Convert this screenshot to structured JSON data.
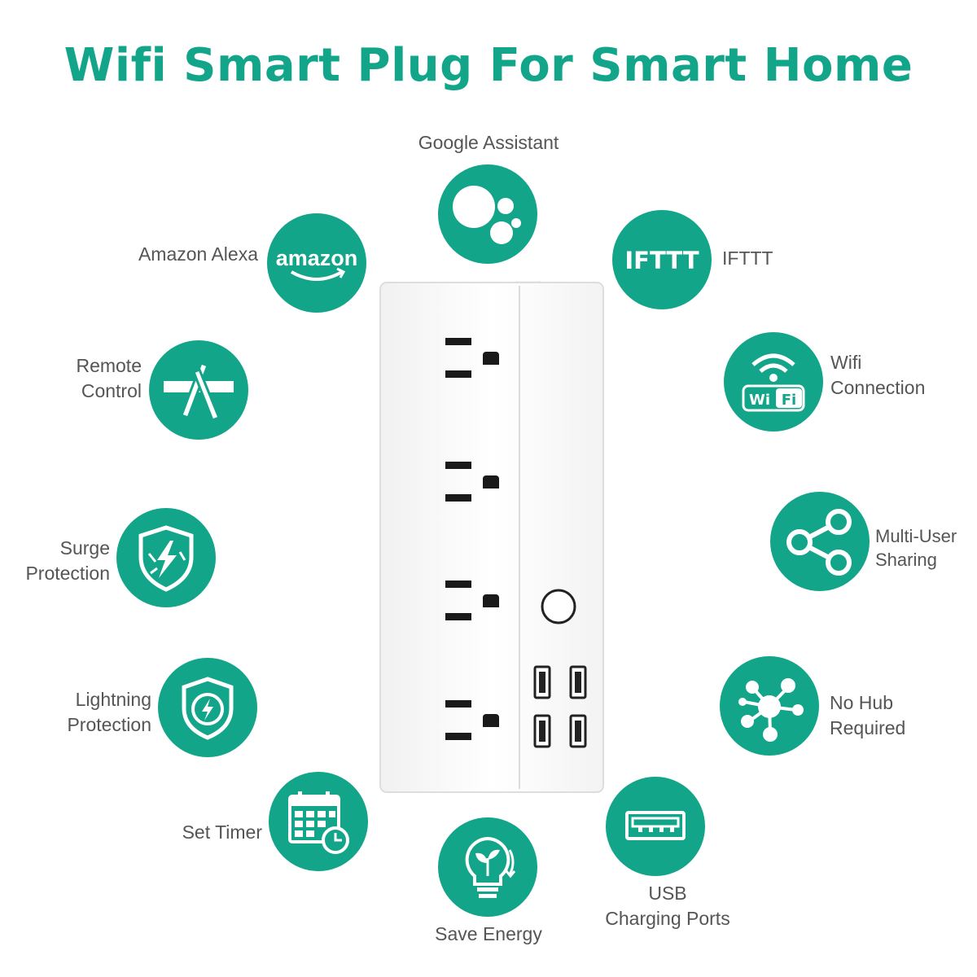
{
  "title": "Wifi Smart Plug For Smart Home",
  "colors": {
    "accent": "#12a58a",
    "label": "#555555",
    "background": "#ffffff"
  },
  "features": [
    {
      "id": "google",
      "icon": "google-assistant-icon",
      "lines": [
        "Google Assistant"
      ]
    },
    {
      "id": "alexa",
      "icon": "amazon-logo-icon",
      "icon_text": "amazon",
      "lines": [
        "Amazon Alexa"
      ]
    },
    {
      "id": "ifttt",
      "icon": "ifttt-logo-icon",
      "icon_text": "IFTTT",
      "lines": [
        "IFTTT"
      ]
    },
    {
      "id": "remote",
      "icon": "app-store-icon",
      "lines": [
        "Remote",
        "Control"
      ]
    },
    {
      "id": "wifi",
      "icon": "wifi-icon",
      "icon_text": "WiFi",
      "lines": [
        "Wifi",
        "Connection"
      ]
    },
    {
      "id": "surge",
      "icon": "shield-lightning-icon",
      "lines": [
        "Surge",
        "Protection"
      ]
    },
    {
      "id": "share",
      "icon": "share-icon",
      "lines": [
        "Multi-User",
        "Sharing"
      ]
    },
    {
      "id": "lightning",
      "icon": "shield-bolt-icon",
      "lines": [
        "Lightning",
        "Protection"
      ]
    },
    {
      "id": "hub",
      "icon": "network-nodes-icon",
      "lines": [
        "No Hub",
        "Required"
      ]
    },
    {
      "id": "timer",
      "icon": "calendar-clock-icon",
      "lines": [
        "Set Timer"
      ]
    },
    {
      "id": "energy",
      "icon": "eco-bulb-icon",
      "lines": [
        "Save Energy"
      ]
    },
    {
      "id": "usb",
      "icon": "usb-port-icon",
      "lines": [
        "USB",
        "Charging Ports"
      ]
    }
  ]
}
